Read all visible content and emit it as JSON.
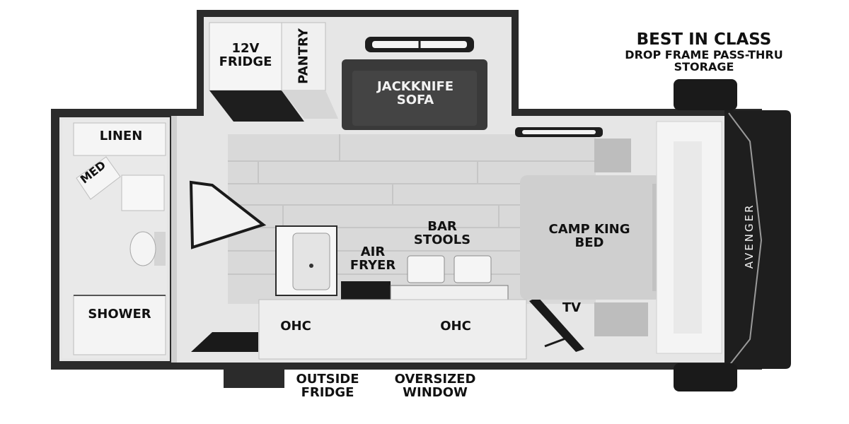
{
  "plan": {
    "callout_best_in_class_title": "BEST IN CLASS",
    "callout_best_in_class_sub": "DROP FRAME PASS-THRU\nSTORAGE",
    "brand_name": "AVENGER",
    "rooms": {
      "fridge_12v": "12V\nFRIDGE",
      "pantry": "PANTRY",
      "jackknife_sofa": "JACKKNIFE\nSOFA",
      "linen": "LINEN",
      "med": "MED",
      "shower": "SHOWER",
      "bar_stools": "BAR\nSTOOLS",
      "air_fryer": "AIR\nFRYER",
      "camp_king_bed": "CAMP KING\nBED",
      "tv": "TV",
      "ohc_left": "OHC",
      "ohc_right": "OHC"
    },
    "outside_labels": {
      "outside_fridge": "OUTSIDE\nFRIDGE",
      "oversized_window": "OVERSIZED\nWINDOW"
    },
    "colors": {
      "wall": "#2b2b2b",
      "floor": "#e6e6e6",
      "wood_floor": "#d9d9d9",
      "cabinet": "#f3f3f3",
      "sofa": "#3a3a3a",
      "bed": "#cfcfcf",
      "front_cap": "#1e1e1e"
    }
  }
}
